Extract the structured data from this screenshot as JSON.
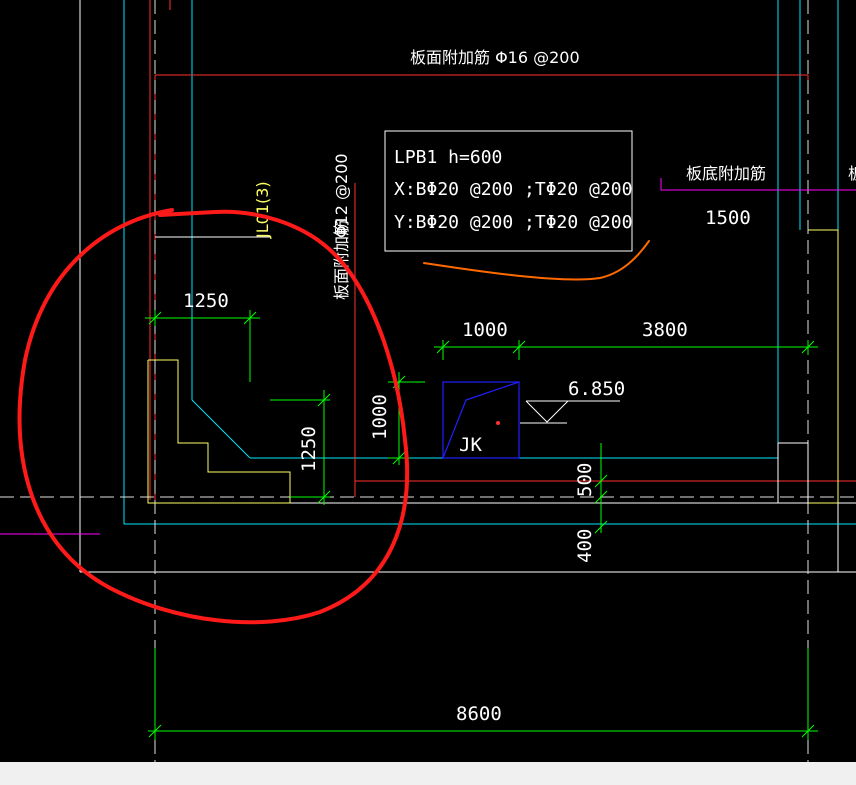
{
  "colors": {
    "background": "#000000",
    "white": "#ffffff",
    "cyan": "#00ffff",
    "green": "#00ff00",
    "yellow": "#ffff66",
    "red_line": "#ff3030",
    "magenta": "#ff00ff",
    "blue": "#2020ff",
    "orange_markup": "#ff6a00",
    "red_markup": "#ff1a1a",
    "status_bar": "#f0f0f0"
  },
  "labels": {
    "top_rebar": "板面附加筋  Φ16 @200",
    "bottom_rebar": "板底附加筋",
    "bottom_rebar_length": "1500",
    "vertical_rebar_spec": "Φ12 @200",
    "vertical_rebar_name": "板面附加筋",
    "beam_tag": "JL01(3)",
    "pit_tag": "JK",
    "elevation": "6.850"
  },
  "annotation_box": {
    "line1": "LPB1  h=600",
    "line2": "X:BΦ20 @200 ;TΦ20 @200",
    "line3": "Y:BΦ20 @200 ;TΦ20 @200"
  },
  "dimensions": {
    "d1250_h": "1250",
    "d1250_v": "1250",
    "d1000_h": "1000",
    "d3800": "3800",
    "d1000_v": "1000",
    "d500": "500",
    "d400": "400",
    "d8600": "8600"
  }
}
